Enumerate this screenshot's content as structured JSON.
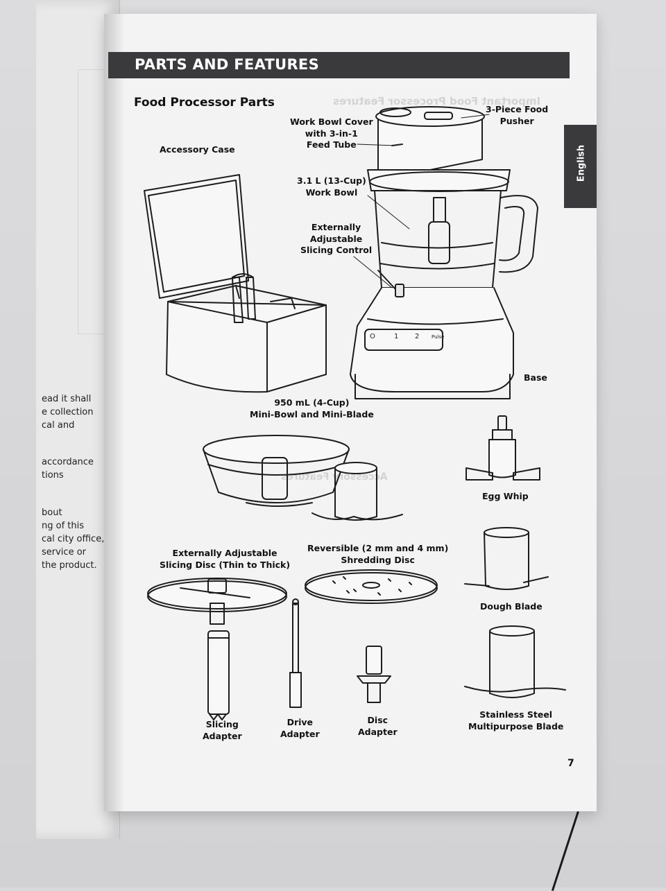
{
  "header": {
    "title": "PARTS AND FEATURES"
  },
  "side_tab": {
    "language": "English"
  },
  "section": {
    "title": "Food Processor Parts"
  },
  "labels": {
    "accessory_case": "Accessory Case",
    "work_bowl_cover": [
      "Work Bowl Cover",
      "with 3-in-1",
      "Feed Tube"
    ],
    "food_pusher": [
      "3-Piece Food",
      "Pusher"
    ],
    "work_bowl": [
      "3.1 L (13-Cup)",
      "Work Bowl"
    ],
    "slicing_control": [
      "Externally",
      "Adjustable",
      "Slicing Control"
    ],
    "base": "Base",
    "mini_bowl": [
      "950 mL (4-Cup)",
      "Mini-Bowl and Mini-Blade"
    ],
    "egg_whip": "Egg Whip",
    "adjustable_disc": [
      "Externally Adjustable",
      "Slicing Disc (Thin to Thick)"
    ],
    "shredding_disc": [
      "Reversible (2 mm and 4 mm)",
      "Shredding Disc"
    ],
    "dough_blade": "Dough Blade",
    "slicing_adapter": [
      "Slicing",
      "Adapter"
    ],
    "drive_adapter": [
      "Drive",
      "Adapter"
    ],
    "disc_adapter": [
      "Disc",
      "Adapter"
    ],
    "multipurpose_blade": [
      "Stainless Steel",
      "Multipurpose Blade"
    ]
  },
  "control_panel": {
    "off": "O",
    "speed1": "1",
    "speed2": "2",
    "pulse": "Pulse"
  },
  "page_number": "7",
  "left_page_fragments": [
    "ead it shall",
    "e collection",
    "cal and",
    "accordance",
    "tions",
    "bout",
    "ng of this",
    "cal city office,",
    "service or",
    "the product."
  ],
  "show_through_text": [
    "Important Food Processor Features",
    "Accessory Features"
  ]
}
